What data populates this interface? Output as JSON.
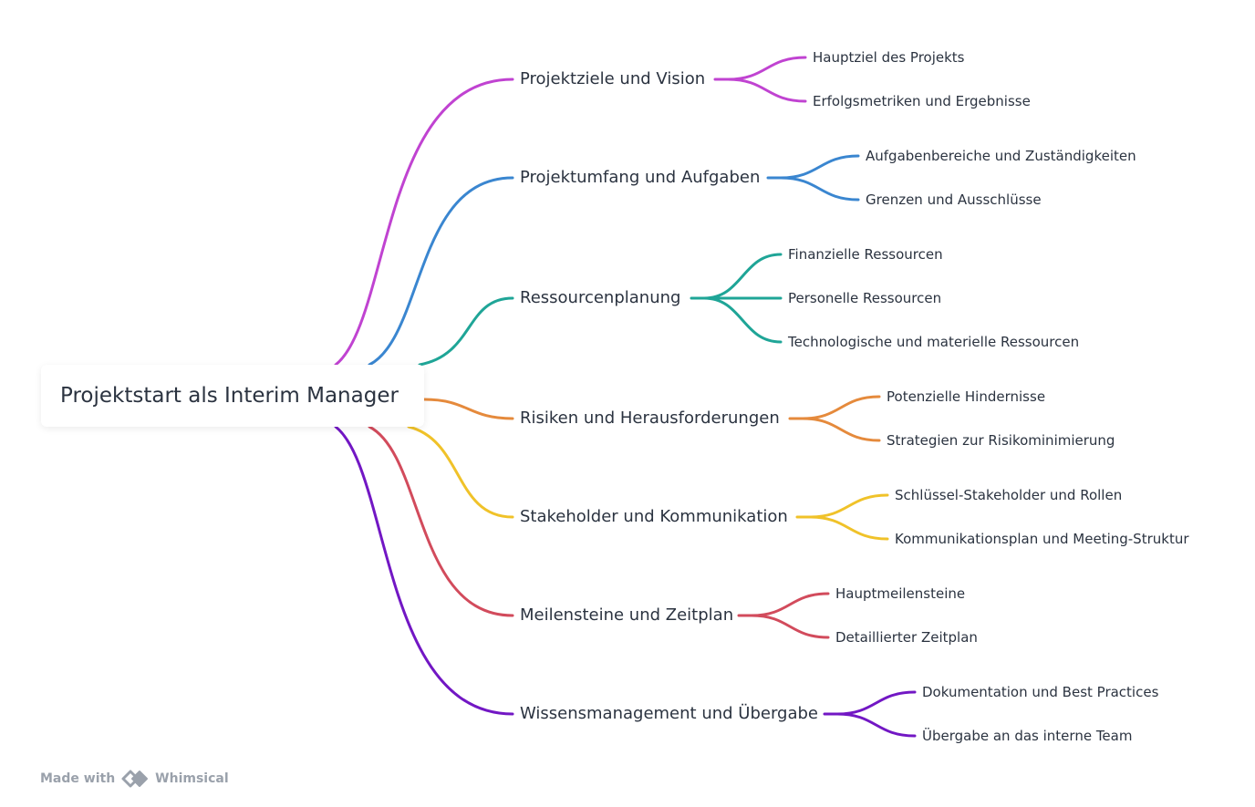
{
  "root": {
    "label": "Projektstart als Interim Manager"
  },
  "branches": [
    {
      "label": "Projektziele und Vision",
      "color": "#c043d1",
      "children": [
        "Hauptziel des Projekts",
        "Erfolgsmetriken und Ergebnisse"
      ]
    },
    {
      "label": "Projektumfang und Aufgaben",
      "color": "#3a86d0",
      "children": [
        "Aufgabenbereiche und Zuständigkeiten",
        "Grenzen und Ausschlüsse"
      ]
    },
    {
      "label": "Ressourcenplanung",
      "color": "#1fa597",
      "children": [
        "Finanzielle Ressourcen",
        "Personelle Ressourcen",
        "Technologische und materielle Ressourcen"
      ]
    },
    {
      "label": "Risiken und Herausforderungen",
      "color": "#e58a3c",
      "children": [
        "Potenzielle Hindernisse",
        "Strategien zur Risikominimierung"
      ]
    },
    {
      "label": "Stakeholder und Kommunikation",
      "color": "#f0c229",
      "children": [
        "Schlüssel-Stakeholder und Rollen",
        "Kommunikationsplan und Meeting-Struktur"
      ]
    },
    {
      "label": "Meilensteine und Zeitplan",
      "color": "#d24b5c",
      "children": [
        "Hauptmeilensteine",
        "Detaillierter Zeitplan"
      ]
    },
    {
      "label": "Wissensmanagement und Übergabe",
      "color": "#7217c4",
      "children": [
        "Dokumentation und Best Practices",
        "Übergabe an das interne Team"
      ]
    }
  ],
  "footer": {
    "made_with": "Made with",
    "brand": "Whimsical",
    "logo_icon": "whimsical-logo-icon"
  }
}
